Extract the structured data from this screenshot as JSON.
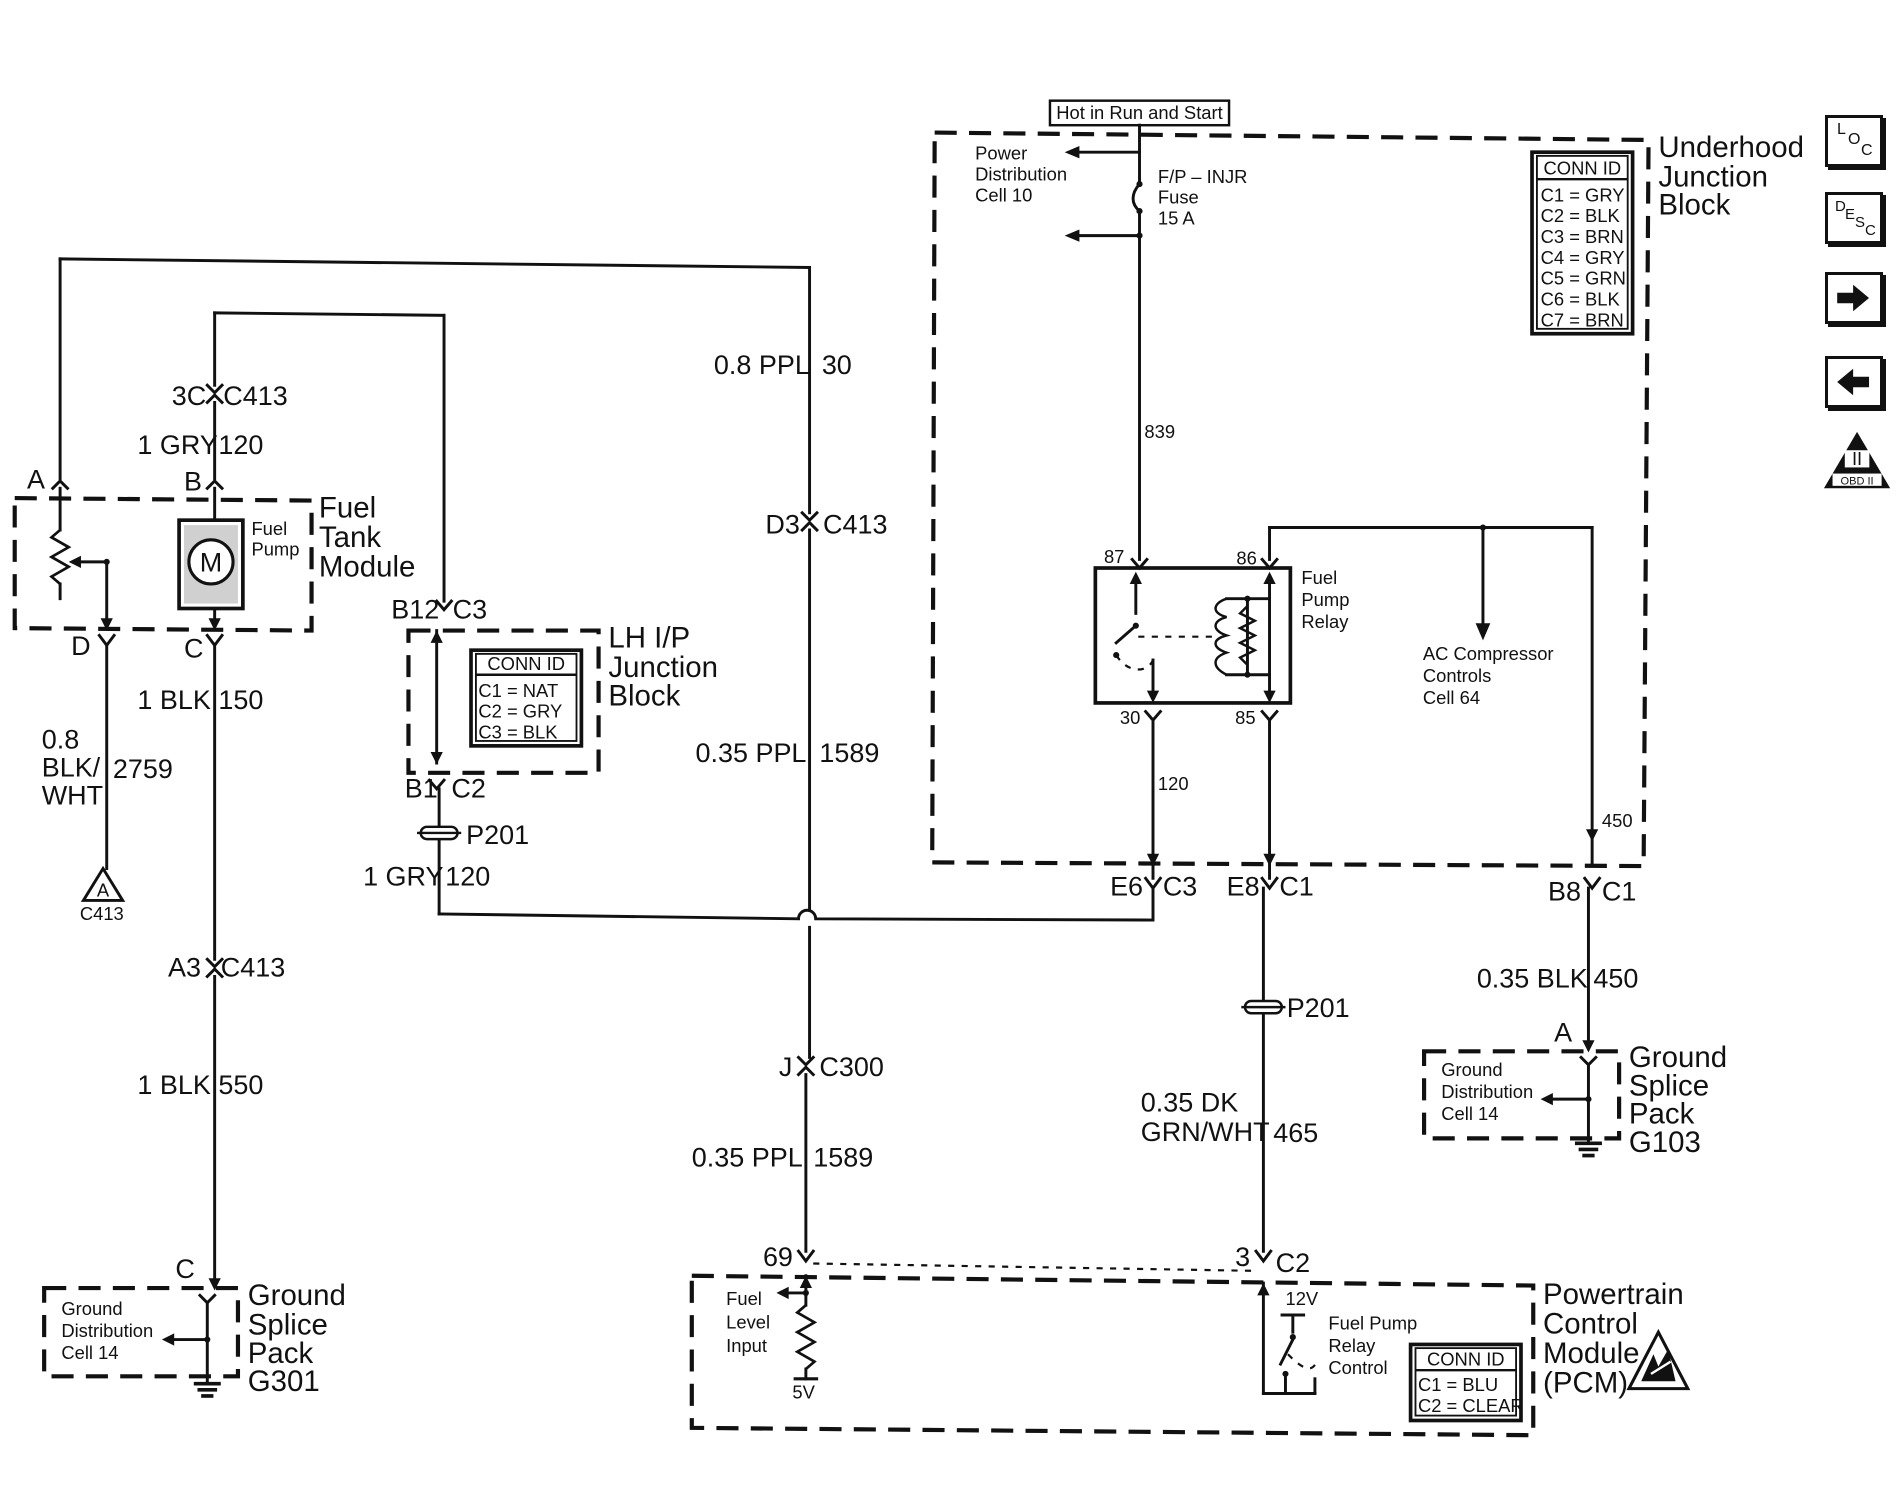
{
  "header": {
    "hot_label": "Hot in Run and Start"
  },
  "underhood": {
    "title": [
      "Underhood",
      "Junction",
      "Block"
    ],
    "power_dist": [
      "Power",
      "Distribution",
      "Cell 10"
    ],
    "fuse": [
      "F/P – INJR",
      "Fuse",
      "15 A"
    ],
    "circuit_839": "839",
    "conn_id": {
      "title": "CONN ID",
      "rows": [
        "C1 = GRY",
        "C2 = BLK",
        "C3 = BRN",
        "C4 = GRY",
        "C5 = GRN",
        "C6 = BLK",
        "C7 = BRN"
      ]
    },
    "relay": {
      "label": [
        "Fuel",
        "Pump",
        "Relay"
      ],
      "pins": {
        "p87": "87",
        "p86": "86",
        "p30": "30",
        "p85": "85"
      }
    },
    "ac_comp": [
      "AC Compressor",
      "Controls",
      "Cell 64"
    ],
    "circuit_120": "120",
    "circuit_450": "450",
    "connectors": {
      "e6": "E6",
      "c3": "C3",
      "e8": "E8",
      "c1a": "C1",
      "b8": "B8",
      "c1b": "C1"
    }
  },
  "fuel_tank": {
    "title": [
      "Fuel",
      "Tank",
      "Module"
    ],
    "pump_label": [
      "Fuel",
      "Pump"
    ],
    "motor": "M",
    "pins": {
      "a": "A",
      "b": "B",
      "c": "C",
      "d": "D"
    },
    "c413_top": {
      "pin": "3C",
      "conn": "C413"
    },
    "wire_gry": {
      "gauge": "1 GRY",
      "circuit": "120"
    },
    "wire_blk150": {
      "gauge": "1 BLK",
      "circuit": "150"
    },
    "wire_2759": {
      "gauge": [
        "0.8",
        "BLK/",
        "WHT"
      ],
      "circuit": "2759"
    },
    "ref_a": {
      "letter": "A",
      "conn": "C413"
    },
    "a3": {
      "pin": "A3",
      "conn": "C413"
    },
    "wire_blk550": {
      "gauge": "1 BLK",
      "circuit": "550"
    }
  },
  "ground_g301": {
    "pin": "C",
    "inner": [
      "Ground",
      "Distribution",
      "Cell 14"
    ],
    "title": [
      "Ground",
      "Splice",
      "Pack",
      "G301"
    ]
  },
  "lh_ip": {
    "title": [
      "LH I/P",
      "Junction",
      "Block"
    ],
    "b12": "B12",
    "c3": "C3",
    "b1": "B1",
    "c2": "C2",
    "conn_id": {
      "title": "CONN ID",
      "rows": [
        "C1 = NAT",
        "C2 = GRY",
        "C3 = BLK"
      ]
    },
    "p201": "P201",
    "wire_gry": {
      "gauge": "1 GRY",
      "circuit": "120"
    }
  },
  "ppl": {
    "wire_30": {
      "gauge": "0.8 PPL",
      "circuit": "30"
    },
    "d3": {
      "pin": "D3",
      "conn": "C413"
    },
    "wire_1589a": {
      "gauge": "0.35 PPL",
      "circuit": "1589"
    },
    "j": {
      "pin": "J",
      "conn": "C300"
    },
    "wire_1589b": {
      "gauge": "0.35 PPL",
      "circuit": "1589"
    }
  },
  "dkgrn": {
    "p201": "P201",
    "wire_465": {
      "gauge": [
        "0.35 DK",
        "GRN/WHT"
      ],
      "circuit": "465"
    }
  },
  "blk450": {
    "wire": {
      "gauge": "0.35 BLK",
      "circuit": "450"
    },
    "pin": "A"
  },
  "ground_g103": {
    "inner": [
      "Ground",
      "Distribution",
      "Cell 14"
    ],
    "title": [
      "Ground",
      "Splice",
      "Pack",
      "G103"
    ]
  },
  "pcm": {
    "pin69": "69",
    "pin3": "3",
    "c2": "C2",
    "fuel_level": [
      "Fuel",
      "Level",
      "Input"
    ],
    "v5": "5V",
    "v12": "12V",
    "relay_ctrl": [
      "Fuel Pump",
      "Relay",
      "Control"
    ],
    "conn_id": {
      "title": "CONN ID",
      "rows": [
        "C1 = BLU",
        "C2 = CLEAR"
      ]
    },
    "title": [
      "Powertrain",
      "Control",
      "Module",
      "(PCM)"
    ]
  },
  "nav": {
    "loc": {
      "a": "L",
      "b": "O",
      "c": "C"
    },
    "desc": {
      "a": "D",
      "b": "E",
      "c": "S",
      "d": "C"
    },
    "obd": {
      "numeral": "II",
      "label": "OBD II"
    }
  }
}
